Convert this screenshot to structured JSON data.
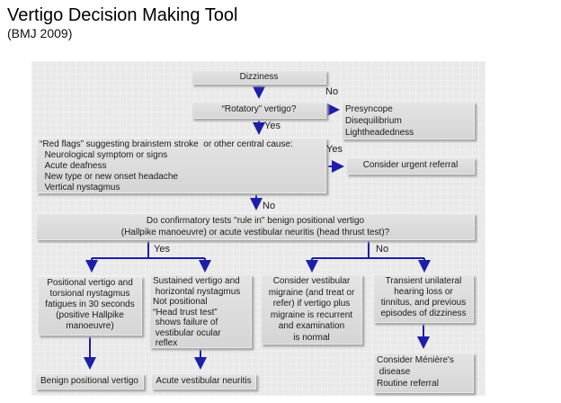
{
  "header": {
    "title": "Vertigo Decision Making Tool",
    "subtitle": "(BMJ 2009)"
  },
  "colors": {
    "arrow": "#1e1ea8",
    "panel_bg": "#e9e9e9",
    "box_top": "#e4e4e4",
    "box_bottom": "#d5d5d5",
    "box_shadow": "#a8a8a8",
    "text": "#1a1a1a"
  },
  "flowchart": {
    "nodes": {
      "dizziness": "Dizziness",
      "rotatory_vertigo": "“Rotatory” vertigo?",
      "presyncope": "Presyncope\nDisequilibrium\nLightheadedness",
      "red_flags": "“Red flags” suggesting brainstem stroke  or other central cause:\n  Neurological symptom or signs\n  Acute deafness\n  New type or new onset headache\n  Vertical nystagmus",
      "urgent_referral": "Consider urgent referral",
      "confirmatory_tests": "Do confirmatory tests \"rule in\" benign positional vertigo\n(Hallpike manoeuvre) or acute vestibular neuritis (head thrust test)?",
      "positional_vertigo": "Positional vertigo and\ntorsional nystagmus\nfatigues in 30 seconds\n(positive Hallpike\nmanoeuvre)",
      "sustained_vertigo": "Sustained vertigo and\n horizontal nystagmus\nNot positional\n“Head trust test”\n shows failure of\n vestibular ocular\n reflex",
      "vestibular_migraine": "Consider vestibular\nmigraine (and treat or\nrefer) if vertigo plus\nmigraine is recurrent\nand examination\nis normal",
      "transient_hearing_loss": "Transient unilateral\nhearing loss or\ntinnitus, and previous\nepisodes of dizziness",
      "meniere": "Consider Ménière's\n disease\nRoutine referral",
      "benign_positional_vertigo": "Benign positional vertigo",
      "acute_vestibular_neuritis": "Acute vestibular neuritis"
    },
    "edge_labels": {
      "rotatory_no": "No",
      "rotatory_yes": "Yes",
      "red_flags_yes": "Yes",
      "red_flags_no": "No",
      "confirmatory_yes": "Yes",
      "confirmatory_no": "No"
    }
  }
}
